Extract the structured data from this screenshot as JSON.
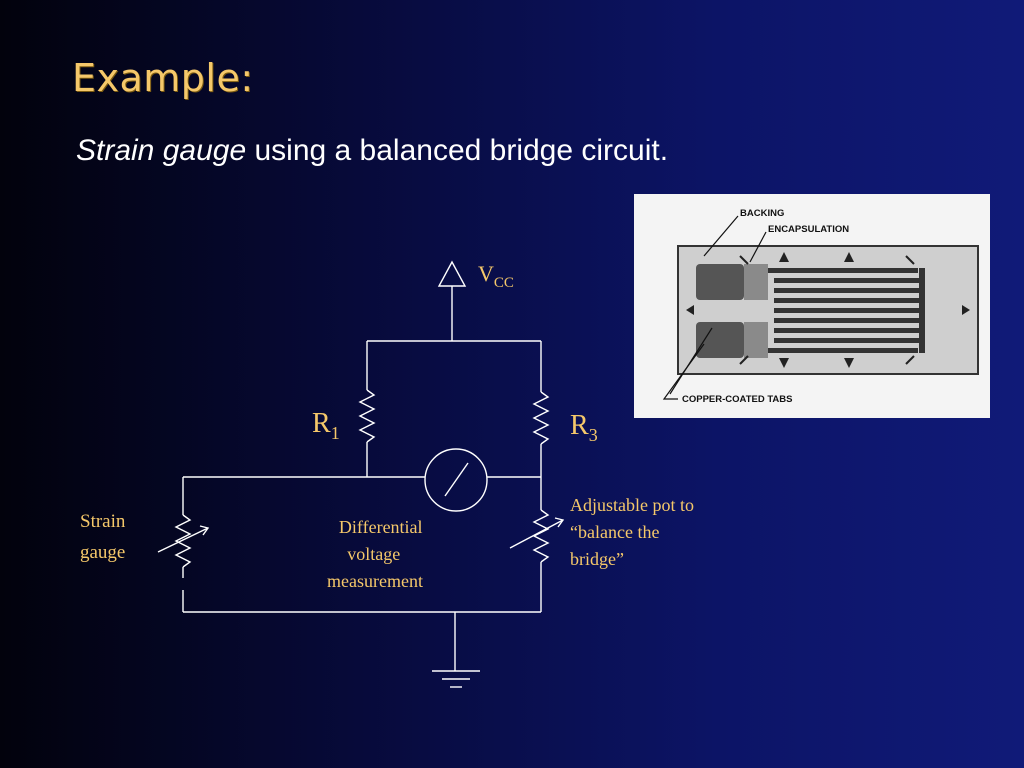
{
  "title": "Example:",
  "subtitle": {
    "italic_part": "Strain gauge",
    "rest": " using a balanced bridge circuit."
  },
  "circuit": {
    "vcc_main": "V",
    "vcc_sub": "CC",
    "r1_main": "R",
    "r1_sub": "1",
    "r3_main": "R",
    "r3_sub": "3",
    "strain_gauge": [
      "Strain",
      "gauge"
    ],
    "differential": [
      "Differential",
      "voltage",
      "measurement"
    ],
    "adjustable_pot": [
      "Adjustable pot to",
      "“balance the",
      "bridge”"
    ]
  },
  "photo": {
    "backing": "BACKING",
    "encapsulation": "ENCAPSULATION",
    "copper_tabs": "COPPER-COATED TABS"
  },
  "colors": {
    "title": "#f5c86a",
    "label": "#f5c86a",
    "wire": "#ffffff",
    "background_dark": "#02020c",
    "background_light": "#101a78"
  }
}
